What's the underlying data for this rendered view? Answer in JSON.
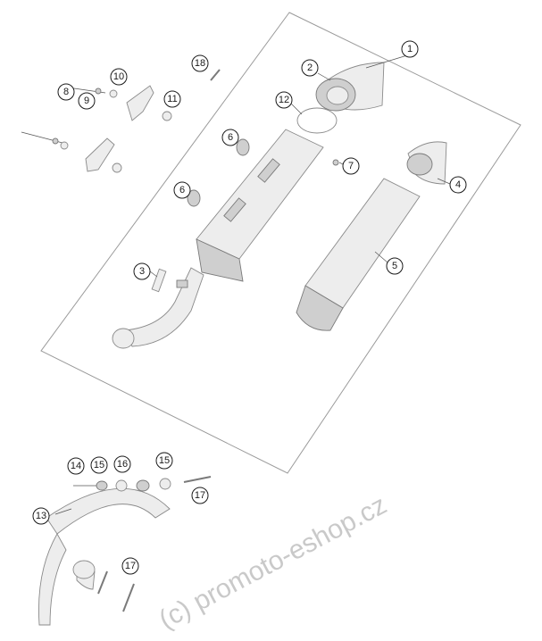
{
  "diagram": {
    "callouts": [
      "1",
      "2",
      "3",
      "4",
      "5",
      "6",
      "6",
      "7",
      "8",
      "9",
      "10",
      "11",
      "12",
      "13",
      "14",
      "15",
      "15",
      "16",
      "17",
      "17",
      "18"
    ]
  },
  "watermark": "(c) promoto-eshop.cz"
}
